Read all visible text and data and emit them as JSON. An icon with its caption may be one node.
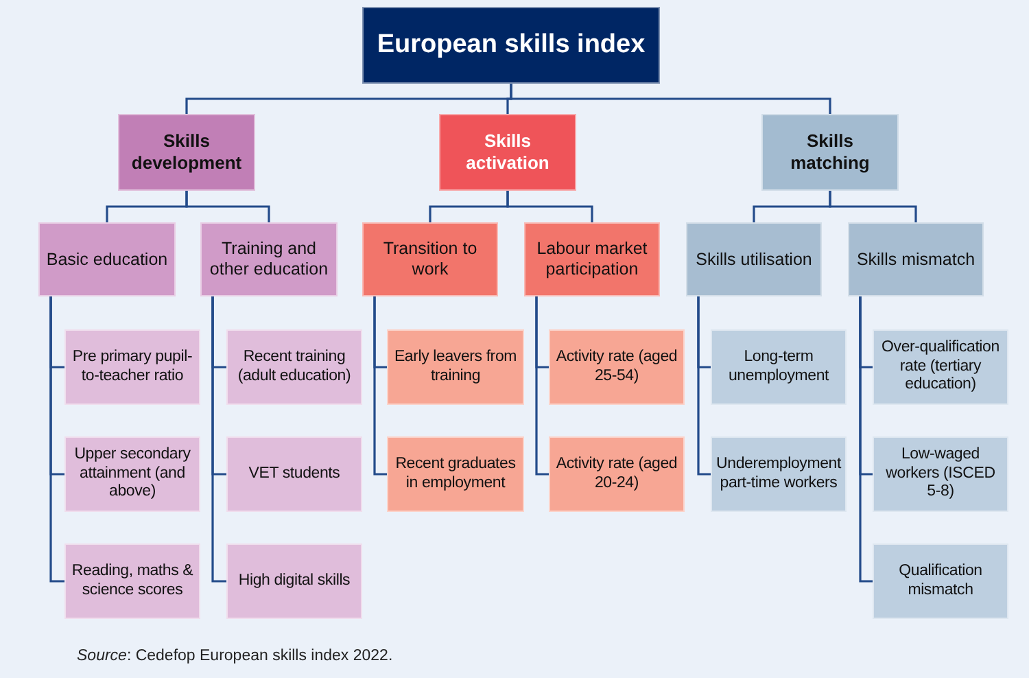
{
  "diagram": {
    "caption": "*Source*: Cedefop European skills index 2022.",
    "nodes": [
      {
        "text": [
          "European skills index"
        ]
      },
      {
        "text": [
          "Skills development"
        ]
      },
      {
        "text": [
          "Basic education"
        ]
      },
      {
        "text": [
          "Pre primary pupil-to-teacher ratio"
        ]
      },
      {
        "text": [
          "Upper secondary attainment (and above)"
        ]
      },
      {
        "text": [
          "Reading, maths & science scores"
        ]
      },
      {
        "text": [
          "Training and other education"
        ]
      },
      {
        "text": [
          "Recent training (adult education)"
        ]
      },
      {
        "text": [
          "VET students"
        ]
      },
      {
        "text": [
          "High digital skills"
        ]
      },
      {
        "text": [
          "Skills activation"
        ]
      },
      {
        "text": [
          "Transition to work"
        ]
      },
      {
        "text": [
          "Early leavers from training"
        ]
      },
      {
        "text": [
          "Recent graduates in employment"
        ]
      },
      {
        "text": [
          "Labour market participation"
        ]
      },
      {
        "text": [
          "Activity rate (aged 25-54)"
        ]
      },
      {
        "text": [
          "Activity rate (aged 20-24)"
        ]
      },
      {
        "text": [
          "Skills matching"
        ]
      },
      {
        "text": [
          "Skills utilisation"
        ]
      },
      {
        "text": [
          "Long-term unemployment"
        ]
      },
      {
        "text": [
          "Underemployment part-time workers"
        ]
      },
      {
        "text": [
          "Skills mismatch"
        ]
      },
      {
        "text": [
          "Over-qualification rate (tertiary education)"
        ]
      },
      {
        "text": [
          "Low-waged workers (ISCED 5-8)"
        ]
      },
      {
        "text": [
          "Qualification mismatch"
        ]
      }
    ],
    "edges": [
      {
        "from": 0,
        "to": 1,
        "arrow": "none"
      },
      {
        "from": 0,
        "to": 10,
        "arrow": "none"
      },
      {
        "from": 0,
        "to": 17,
        "arrow": "none"
      },
      {
        "from": 1,
        "to": 2,
        "arrow": "none"
      },
      {
        "from": 1,
        "to": 6,
        "arrow": "none"
      },
      {
        "from": 2,
        "to": 3,
        "arrow": "none"
      },
      {
        "from": 2,
        "to": 4,
        "arrow": "none"
      },
      {
        "from": 2,
        "to": 5,
        "arrow": "none"
      },
      {
        "from": 6,
        "to": 7,
        "arrow": "none"
      },
      {
        "from": 6,
        "to": 8,
        "arrow": "none"
      },
      {
        "from": 6,
        "to": 9,
        "arrow": "none"
      },
      {
        "from": 10,
        "to": 11,
        "arrow": "none"
      },
      {
        "from": 10,
        "to": 14,
        "arrow": "none"
      },
      {
        "from": 11,
        "to": 12,
        "arrow": "none"
      },
      {
        "from": 11,
        "to": 13,
        "arrow": "none"
      },
      {
        "from": 14,
        "to": 15,
        "arrow": "none"
      },
      {
        "from": 14,
        "to": 16,
        "arrow": "none"
      },
      {
        "from": 17,
        "to": 18,
        "arrow": "none"
      },
      {
        "from": 17,
        "to": 21,
        "arrow": "none"
      },
      {
        "from": 18,
        "to": 19,
        "arrow": "none"
      },
      {
        "from": 18,
        "to": 20,
        "arrow": "none"
      },
      {
        "from": 21,
        "to": 22,
        "arrow": "none"
      },
      {
        "from": 21,
        "to": 23,
        "arrow": "none"
      },
      {
        "from": 21,
        "to": 24,
        "arrow": "none"
      }
    ]
  }
}
